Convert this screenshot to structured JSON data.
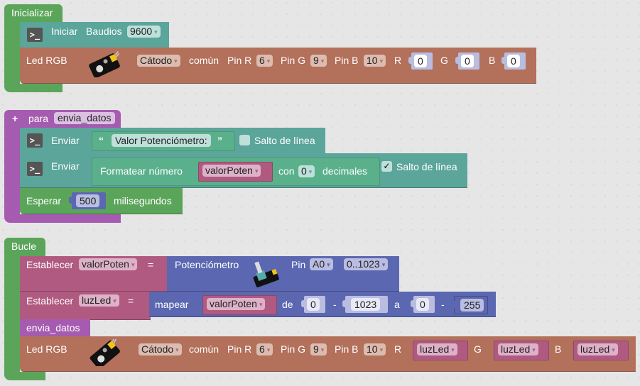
{
  "inicializar": {
    "title": "Inicializar",
    "serial": {
      "label_iniciar": "Iniciar",
      "label_baudios": "Baudios",
      "baud": "9600",
      "icon": "terminal-icon"
    },
    "led": {
      "label": "Led RGB",
      "type": "Cátodo",
      "comun": "común",
      "pin_r_label": "Pin R",
      "pin_r": "6",
      "pin_g_label": "Pin G",
      "pin_g": "9",
      "pin_b_label": "Pin B",
      "pin_b": "10",
      "r_label": "R",
      "r_value": "0",
      "g_label": "G",
      "g_value": "0",
      "b_label": "B",
      "b_value": "0"
    }
  },
  "funcion": {
    "plus": "+",
    "para": "para",
    "name": "envia_datos",
    "enviar1": {
      "label": "Enviar",
      "open_quote": "“",
      "text": "Valor Potenciómetro:",
      "close_quote": "”",
      "newline_label": "Salto de línea",
      "newline_checked": false
    },
    "enviar2": {
      "label": "Enviar",
      "format_label": "Formatear número",
      "var": "valorPoten",
      "con": "con",
      "decimals": "0",
      "decimals_label": "decimales",
      "check": "✓",
      "newline_label": "Salto de línea",
      "newline_checked": true
    },
    "esperar": {
      "label": "Esperar",
      "value": "500",
      "unit": "milisegundos"
    }
  },
  "bucle": {
    "title": "Bucle",
    "set1": {
      "label": "Establecer",
      "var": "valorPoten",
      "eq": "=",
      "sensor": "Potenciómetro",
      "pin_label": "Pin",
      "pin": "A0",
      "range": "0..1023"
    },
    "set2": {
      "label": "Establecer",
      "var": "luzLed",
      "eq": "=",
      "map_label": "mapear",
      "map_var": "valorPoten",
      "de": "de",
      "from_low": "0",
      "dash1": "-",
      "from_high": "1023",
      "a": "a",
      "to_low": "0",
      "dash2": "-",
      "to_high": "255"
    },
    "call": "envia_datos",
    "led": {
      "label": "Led RGB",
      "type": "Cátodo",
      "comun": "común",
      "pin_r_label": "Pin R",
      "pin_r": "6",
      "pin_g_label": "Pin G",
      "pin_g": "9",
      "pin_b_label": "Pin B",
      "pin_b": "10",
      "r_label": "R",
      "r_var": "luzLed",
      "g_label": "G",
      "g_var": "luzLed",
      "b_label": "B",
      "b_var": "luzLed"
    }
  },
  "tri": "▾",
  "terminal_glyph": ">_",
  "colors": {
    "setup": "#5ba55b",
    "serial": "#5ba59a",
    "led": "#b3705b",
    "function": "#a55bb0",
    "variable": "#b05a82",
    "math": "#5b67b0"
  }
}
